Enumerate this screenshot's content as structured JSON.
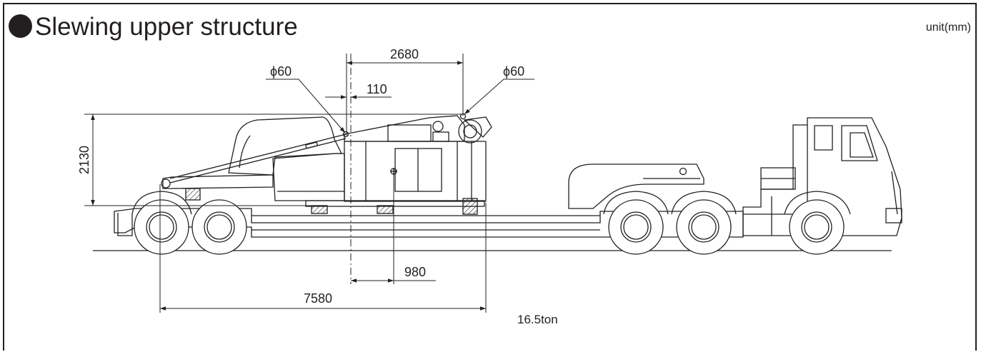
{
  "header": {
    "title": "Slewing upper structure",
    "unit": "unit(mm)"
  },
  "dimensions": {
    "top_width": "2680",
    "pin_left": "ϕ60",
    "pin_right": "ϕ60",
    "offset": "110",
    "height": "2130",
    "lower_offset": "980",
    "overall_length": "7580"
  },
  "weight": "16.5ton",
  "colors": {
    "line": "#231f20",
    "background": "#ffffff"
  }
}
